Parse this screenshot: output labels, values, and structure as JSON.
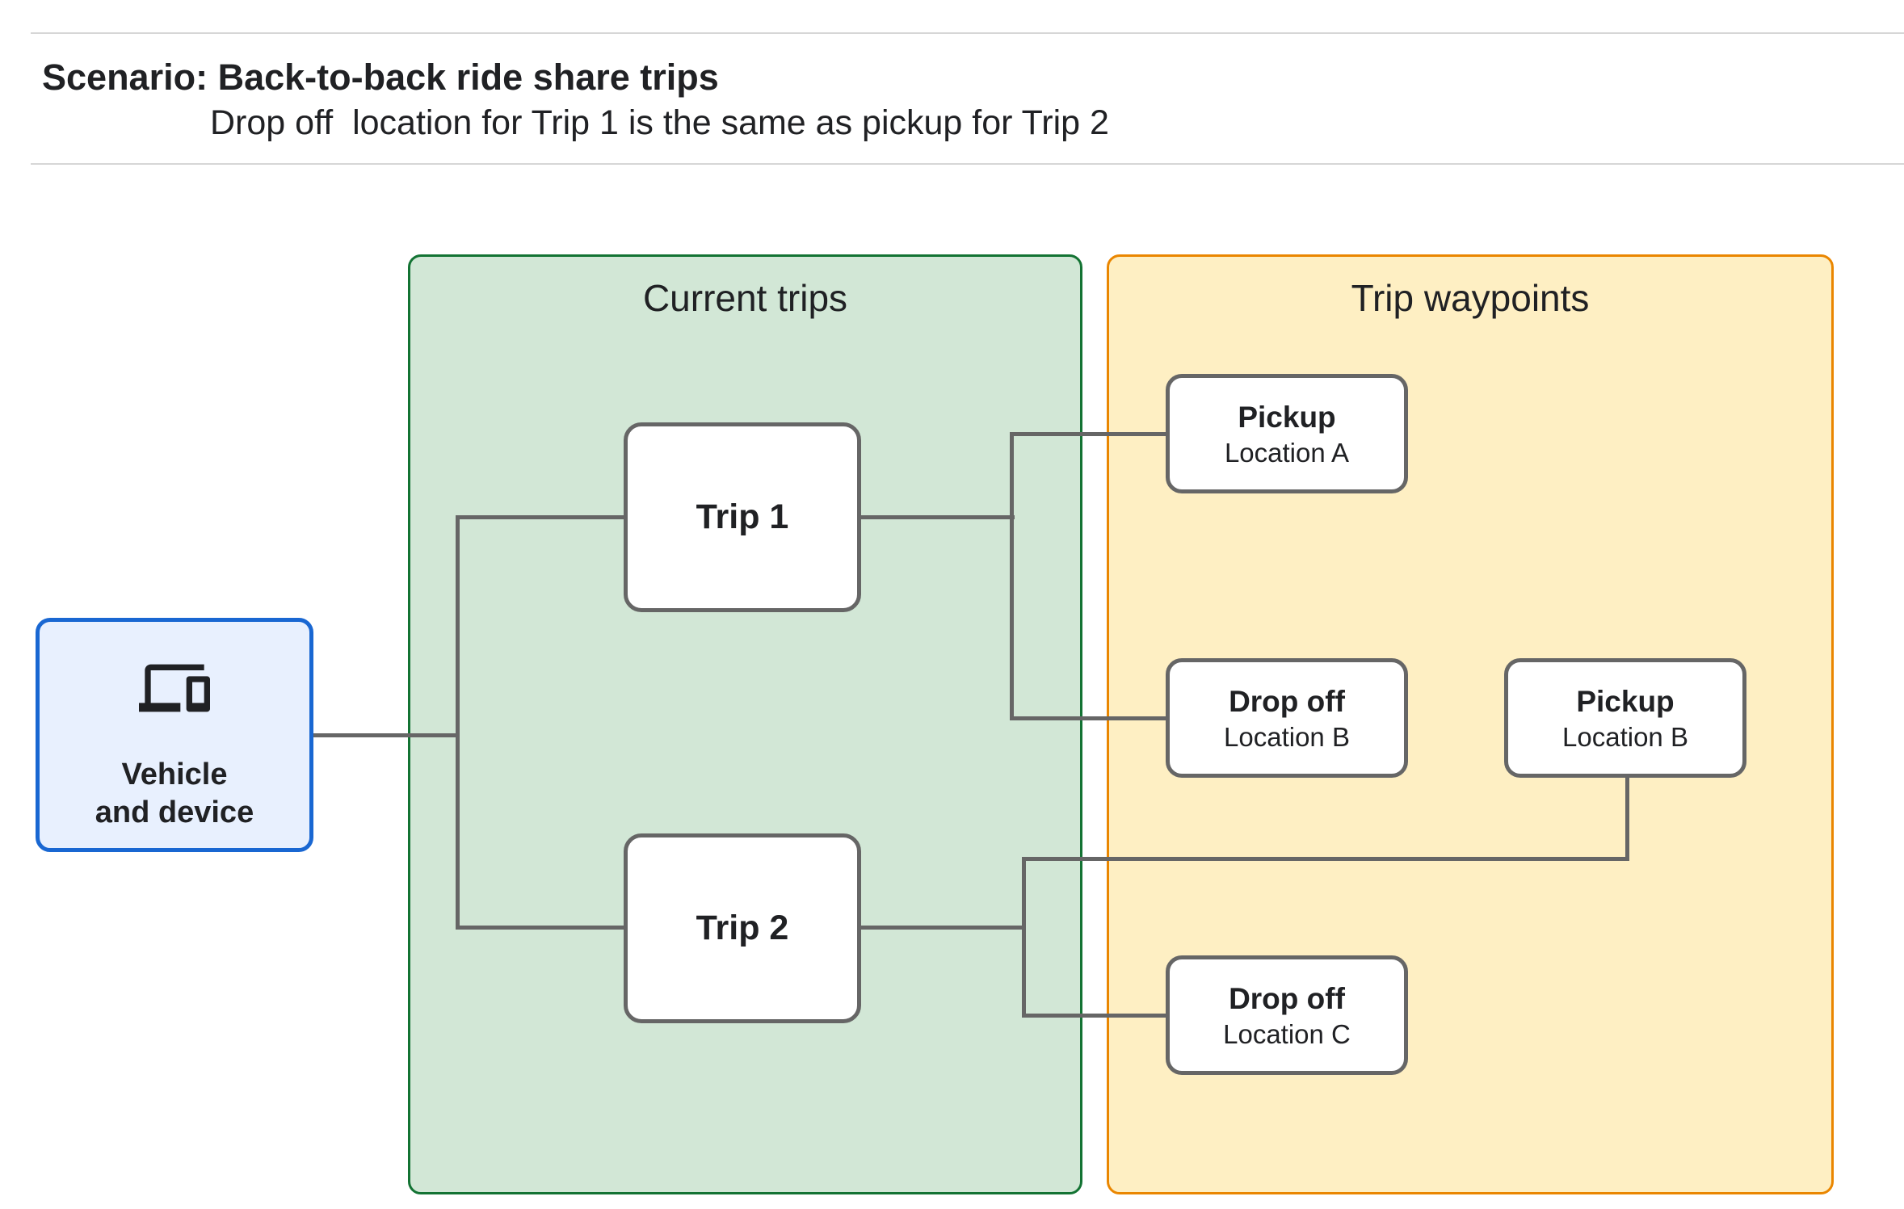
{
  "header": {
    "title": "Scenario: Back-to-back ride share trips",
    "subtitle": "Drop off  location for Trip 1 is the same as pickup for Trip 2"
  },
  "vehicle": {
    "icon": "devices-icon",
    "label_line1": "Vehicle",
    "label_line2": "and device"
  },
  "panels": {
    "current_trips": {
      "title": "Current trips",
      "trips": [
        {
          "label": "Trip 1"
        },
        {
          "label": "Trip 2"
        }
      ]
    },
    "trip_waypoints": {
      "title": "Trip waypoints",
      "waypoints": [
        {
          "title": "Pickup",
          "subtitle": "Location A"
        },
        {
          "title": "Drop off",
          "subtitle": "Location B"
        },
        {
          "title": "Pickup",
          "subtitle": "Location B"
        },
        {
          "title": "Drop off",
          "subtitle": "Location C"
        }
      ]
    }
  },
  "colors": {
    "green-fill": "#d2e7d6",
    "green-border": "#137333",
    "yellow-fill": "#feefc3",
    "yellow-border": "#ea8600",
    "blue-fill": "#e8f0fe",
    "blue-border": "#1967d2",
    "box-border": "#666666",
    "connector": "#666666",
    "text": "#202124",
    "rule": "#d6d6d6"
  }
}
